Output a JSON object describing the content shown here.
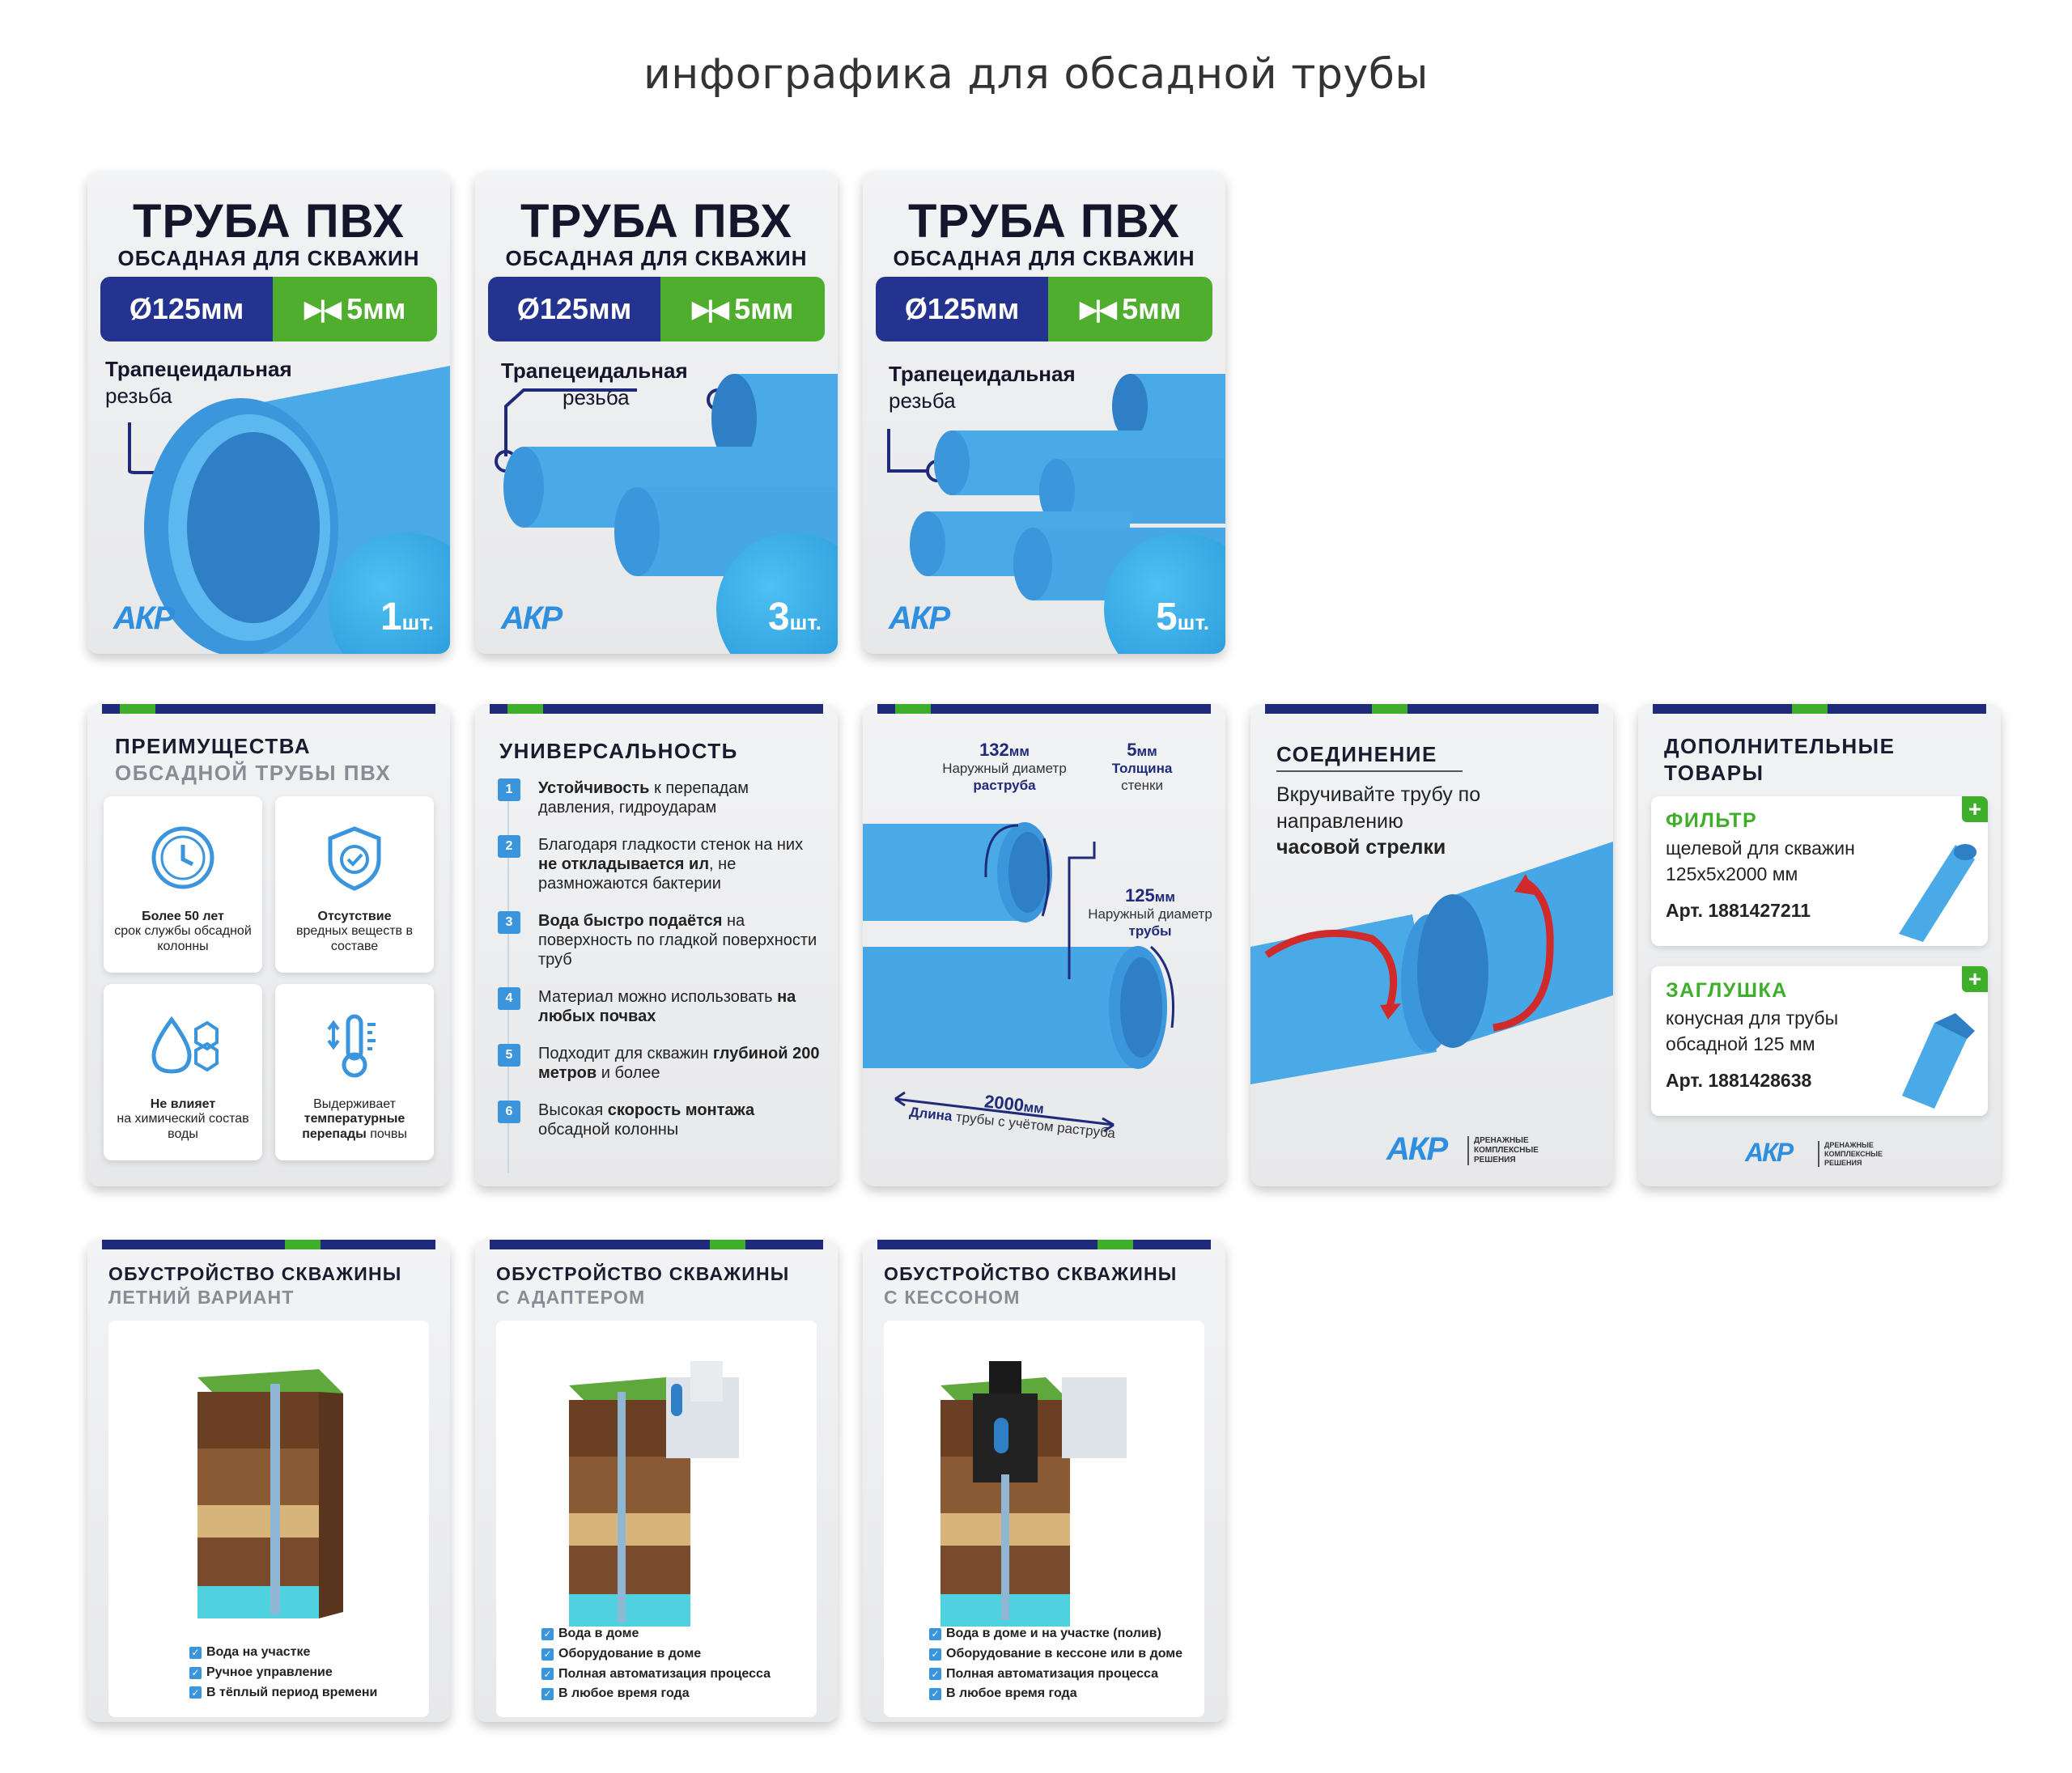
{
  "page_title": "инфографика для обсадной трубы",
  "product_cards": [
    {
      "title": "ТРУБА ПВХ",
      "subtitle": "ОБСАДНАЯ ДЛЯ СКВАЖИН",
      "diameter": "Ø125мм",
      "wall": "5мм",
      "thread_bold": "Трапецеидальная",
      "thread_rest": "резьба",
      "qty_num": "1",
      "qty_unit": "шт.",
      "logo": "АКР"
    },
    {
      "title": "ТРУБА ПВХ",
      "subtitle": "ОБСАДНАЯ ДЛЯ СКВАЖИН",
      "diameter": "Ø125мм",
      "wall": "5мм",
      "thread_bold": "Трапецеидальная",
      "thread_rest": "резьба",
      "qty_num": "3",
      "qty_unit": "шт.",
      "logo": "АКР"
    },
    {
      "title": "ТРУБА ПВХ",
      "subtitle": "ОБСАДНАЯ ДЛЯ СКВАЖИН",
      "diameter": "Ø125мм",
      "wall": "5мм",
      "thread_bold": "Трапецеидальная",
      "thread_rest": "резьба",
      "qty_num": "5",
      "qty_unit": "шт.",
      "logo": "АКР"
    }
  ],
  "benefits": {
    "head_1": "ПРЕИМУЩЕСТВА",
    "head_2": "ОБСАДНОЙ ТРУБЫ ПВХ",
    "items": [
      {
        "bold": "Более 50 лет",
        "rest": "срок службы обсадной колонны",
        "icon": "clock-icon"
      },
      {
        "bold": "Отсутствие",
        "rest": "вредных веществ в составе",
        "icon": "shield-check-icon"
      },
      {
        "bold": "Не влияет",
        "rest": "на химический состав воды",
        "icon": "water-drop-molecule-icon"
      },
      {
        "pre": "Выдерживает",
        "bold": "температурные перепады",
        "rest": "почвы",
        "icon": "thermometer-icon"
      }
    ]
  },
  "universality": {
    "head": "УНИВЕРСАЛЬНОСТЬ",
    "items": [
      {
        "num": "1",
        "bold": "Устойчивость",
        "rest": " к перепадам давления, гидроударам"
      },
      {
        "num": "2",
        "pre": "Благодаря гладкости стенок на них ",
        "bold": "не откладывается ил",
        "rest": ", не размножаются бактерии"
      },
      {
        "num": "3",
        "bold": "Вода быстро подаётся",
        "rest": " на поверхность по гладкой поверхности труб"
      },
      {
        "num": "4",
        "pre": "Материал можно использовать ",
        "bold": "на любых почвах",
        "rest": ""
      },
      {
        "num": "5",
        "pre": "Подходит для скважин ",
        "bold": "глубиной 200 метров",
        "rest": " и более"
      },
      {
        "num": "6",
        "pre": "Высокая ",
        "bold": "скорость монтажа",
        "rest": " обсадной колонны"
      }
    ]
  },
  "dimensions": {
    "outer_socket_value": "132",
    "outer_socket_unit": "мм",
    "outer_socket_text": "Наружный диаметр",
    "outer_socket_bold": "раструба",
    "wall_value": "5",
    "wall_unit": "мм",
    "wall_bold": "Толщина",
    "wall_text": "стенки",
    "outer_pipe_value": "125",
    "outer_pipe_unit": "мм",
    "outer_pipe_text": "Наружный диаметр",
    "outer_pipe_bold": "трубы",
    "length_value": "2000",
    "length_unit": "мм",
    "length_bold": "Длина",
    "length_text": "трубы с учётом раструба"
  },
  "connection": {
    "head": "СОЕДИНЕНИЕ",
    "text_1": "Вкручивайте трубу по направлению",
    "text_bold": "часовой стрелки",
    "logo": "АКР",
    "logo_caption": "ДРЕНАЖНЫЕ КОМПЛЕКСНЫЕ РЕШЕНИЯ"
  },
  "addons": {
    "head_1": "ДОПОЛНИТЕЛЬНЫЕ",
    "head_2": "ТОВАРЫ",
    "items": [
      {
        "name": "ФИЛЬТР",
        "desc": "щелевой для скважин 125x5x2000 мм",
        "art": "Арт. 1881427211",
        "plus": "+"
      },
      {
        "name": "ЗАГЛУШКА",
        "desc": "конусная для трубы обсадной 125 мм",
        "art": "Арт. 1881428638",
        "plus": "+"
      }
    ],
    "logo": "АКР",
    "logo_caption": "ДРЕНАЖНЫЕ КОМПЛЕКСНЫЕ РЕШЕНИЯ"
  },
  "wells": [
    {
      "head_1": "ОБУСТРОЙСТВО СКВАЖИНЫ",
      "head_2": "ЛЕТНИЙ ВАРИАНТ",
      "checks": [
        "Вода на участке",
        "Ручное управление",
        "В тёплый период времени"
      ]
    },
    {
      "head_1": "ОБУСТРОЙСТВО СКВАЖИНЫ",
      "head_2": "С АДАПТЕРОМ",
      "checks": [
        "Вода в доме",
        "Оборудование в доме",
        "Полная автоматизация процесса",
        "В любое время года"
      ]
    },
    {
      "head_1": "ОБУСТРОЙСТВО СКВАЖИНЫ",
      "head_2": "С КЕССОНОМ",
      "checks": [
        "Вода в доме и на участке (полив)",
        "Оборудование в кессоне или в доме",
        "Полная автоматизация процесса",
        "В любое время года"
      ]
    }
  ],
  "colors": {
    "navy": "#1f2a7a",
    "green": "#3fae2a",
    "pipe_blue": "#3a9ee4",
    "check_blue": "#3a95dc"
  }
}
